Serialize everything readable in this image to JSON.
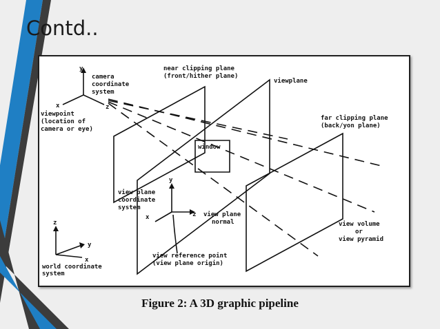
{
  "slide": {
    "title": "Contd..",
    "caption": "Figure 2: A 3D graphic pipeline",
    "colors": {
      "accent_blue": "#1f7fc4",
      "dark_stripe": "#3c3c3c",
      "background": "#eeeeee"
    }
  },
  "diagram": {
    "camera_label": [
      "camera",
      "coordinate",
      "system"
    ],
    "viewpoint_label": [
      "viewpoint",
      "(location of",
      "camera or eye)"
    ],
    "near_plane_label": [
      "near clipping plane",
      "(front/hither plane)"
    ],
    "viewplane_label": "viewplane",
    "window_label": "window",
    "far_plane_label": [
      "far clipping plane",
      "(back/yon plane)"
    ],
    "view_plane_cs_label": [
      "view plane",
      "coordinate",
      "system"
    ],
    "view_plane_normal_label": [
      "view plane",
      "normal"
    ],
    "vrp_label": [
      "view reference point",
      "(view plane origin)"
    ],
    "view_volume_label": [
      "view volume",
      "or",
      "view pyramid"
    ],
    "world_label": [
      "world coordinate",
      "system"
    ],
    "axis_x": "x",
    "axis_y": "y",
    "axis_z": "z"
  }
}
